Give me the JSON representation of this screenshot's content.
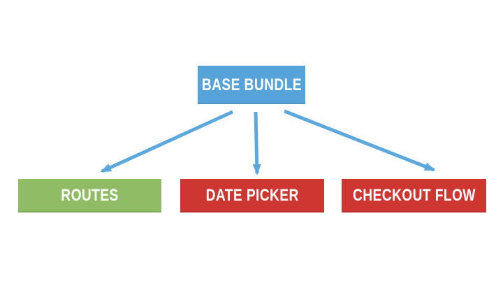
{
  "diagram": {
    "root": {
      "label": "BASE BUNDLE",
      "color": "#56a3d9",
      "text_color": "#ffffff"
    },
    "children": [
      {
        "label": "ROUTES",
        "color": "#90bc66",
        "text_color": "#ffffff"
      },
      {
        "label": "DATE PICKER",
        "color": "#ce3631",
        "text_color": "#ffffff"
      },
      {
        "label": "CHECKOUT FLOW",
        "color": "#ce3631",
        "text_color": "#ffffff"
      }
    ],
    "arrow_color": "#5ca8dd",
    "background": "#ffffff"
  }
}
